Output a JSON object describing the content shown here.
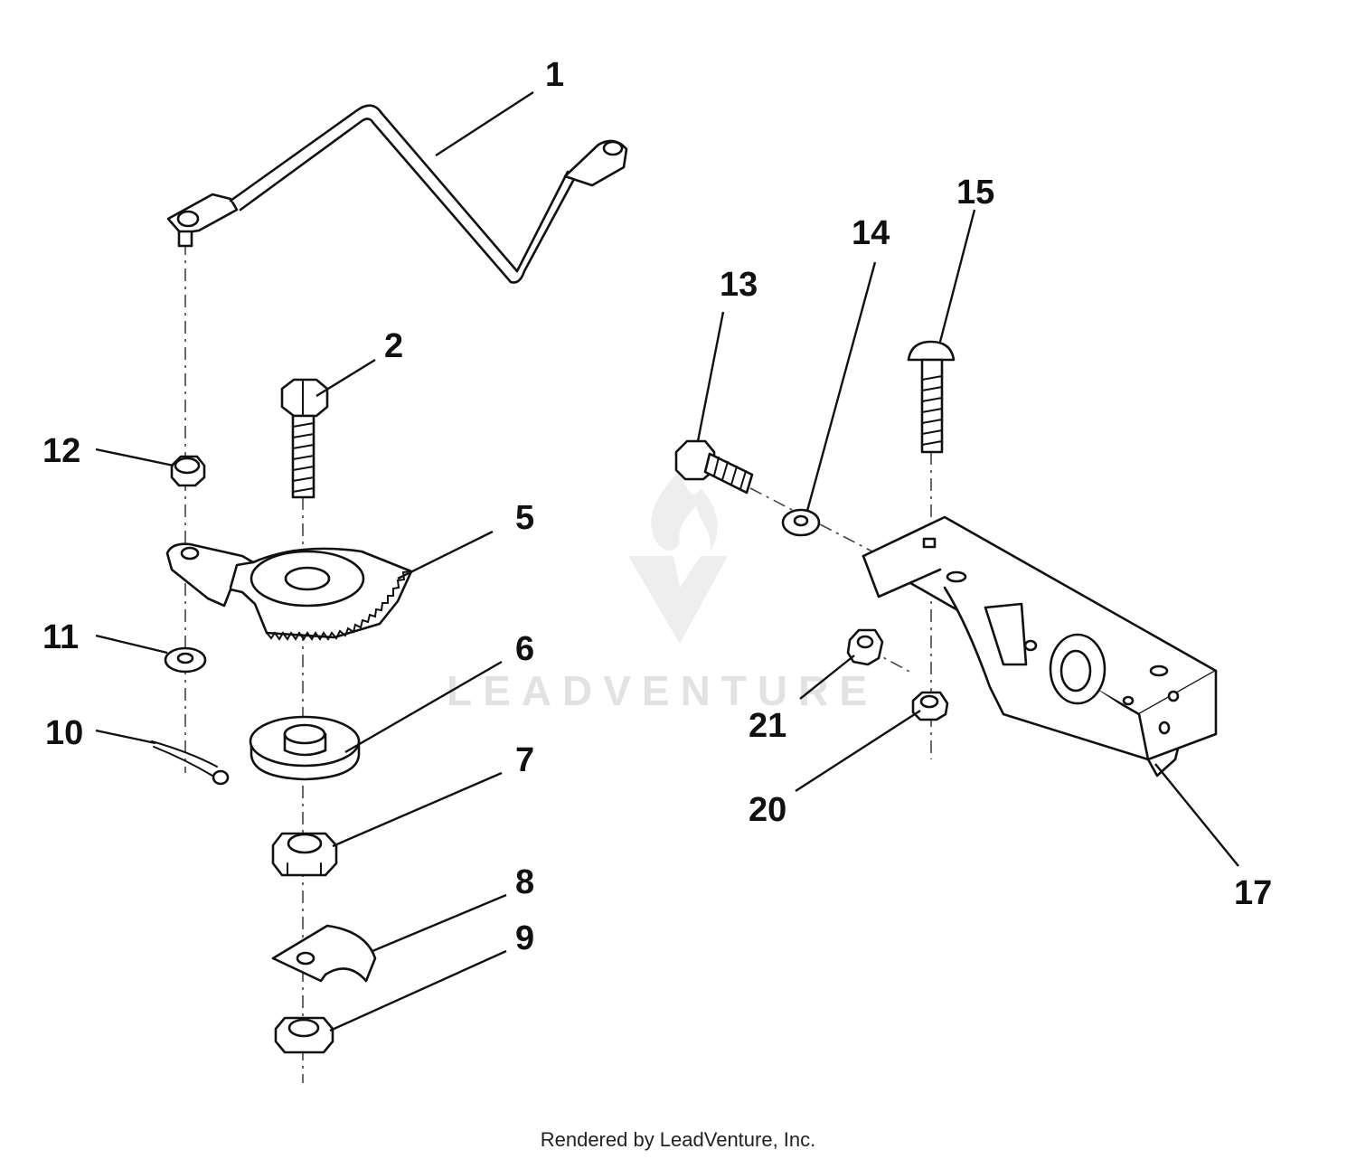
{
  "callouts": [
    {
      "id": "1",
      "label": "1"
    },
    {
      "id": "2",
      "label": "2"
    },
    {
      "id": "5",
      "label": "5"
    },
    {
      "id": "6",
      "label": "6"
    },
    {
      "id": "7",
      "label": "7"
    },
    {
      "id": "8",
      "label": "8"
    },
    {
      "id": "9",
      "label": "9"
    },
    {
      "id": "10",
      "label": "10"
    },
    {
      "id": "11",
      "label": "11"
    },
    {
      "id": "12",
      "label": "12"
    },
    {
      "id": "13",
      "label": "13"
    },
    {
      "id": "14",
      "label": "14"
    },
    {
      "id": "15",
      "label": "15"
    },
    {
      "id": "17",
      "label": "17"
    },
    {
      "id": "20",
      "label": "20"
    },
    {
      "id": "21",
      "label": "21"
    }
  ],
  "watermark": {
    "text": "LEADVENTURE"
  },
  "footer": {
    "text": "Rendered by LeadVenture, Inc."
  },
  "colors": {
    "line": "#111111",
    "background": "#ffffff",
    "watermark": "#e2e2e2"
  }
}
